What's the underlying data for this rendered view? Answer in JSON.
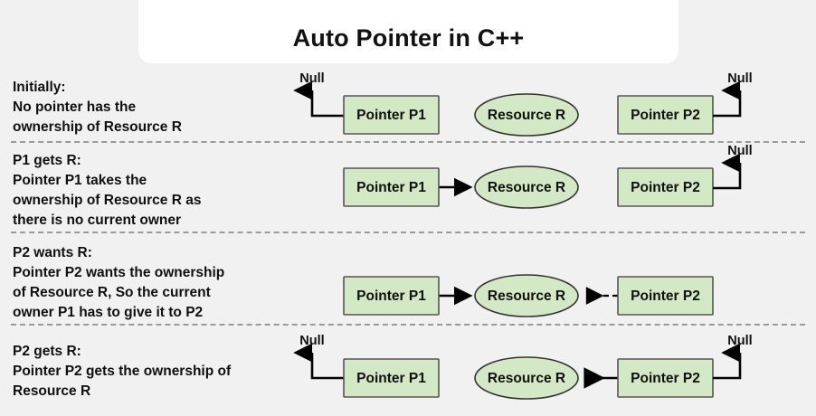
{
  "title": {
    "text": "Auto Pointer in C++"
  },
  "labels": {
    "pointer_p1": "Pointer P1",
    "pointer_p2": "Pointer P2",
    "resource_r": "Resource R",
    "null": "Null"
  },
  "colors": {
    "page_background": "#f1f1f1",
    "title_card_background": "#ffffff",
    "node_fill": "#d3e8c4",
    "node_stroke": "#555555",
    "divider": "#9a9a9a",
    "text": "#111111",
    "arrow": "#000000"
  },
  "rows": [
    {
      "id": "initially",
      "caption": "Initially:\nNo pointer has the\nownership of Resource R",
      "p1_null": true,
      "p2_null": true,
      "p1_to_r": "none",
      "p2_to_r": "none"
    },
    {
      "id": "p1-gets-r",
      "caption": "P1 gets R:\nPointer P1 takes the\nownership of Resource R as\nthere is no current owner",
      "p1_null": false,
      "p2_null": true,
      "p1_to_r": "solid",
      "p2_to_r": "none"
    },
    {
      "id": "p2-wants-r",
      "caption": "P2 wants R:\nPointer P2 wants the ownership\nof Resource R, So the current\nowner P1 has to give it to P2",
      "p1_null": false,
      "p2_null": false,
      "p1_to_r": "solid",
      "p2_to_r": "dashed"
    },
    {
      "id": "p2-gets-r",
      "caption": "P2 gets R:\nPointer P2 gets the ownership of\nResource R",
      "p1_null": true,
      "p2_null": false,
      "p1_to_r": "none",
      "p2_to_r": "solid"
    }
  ]
}
